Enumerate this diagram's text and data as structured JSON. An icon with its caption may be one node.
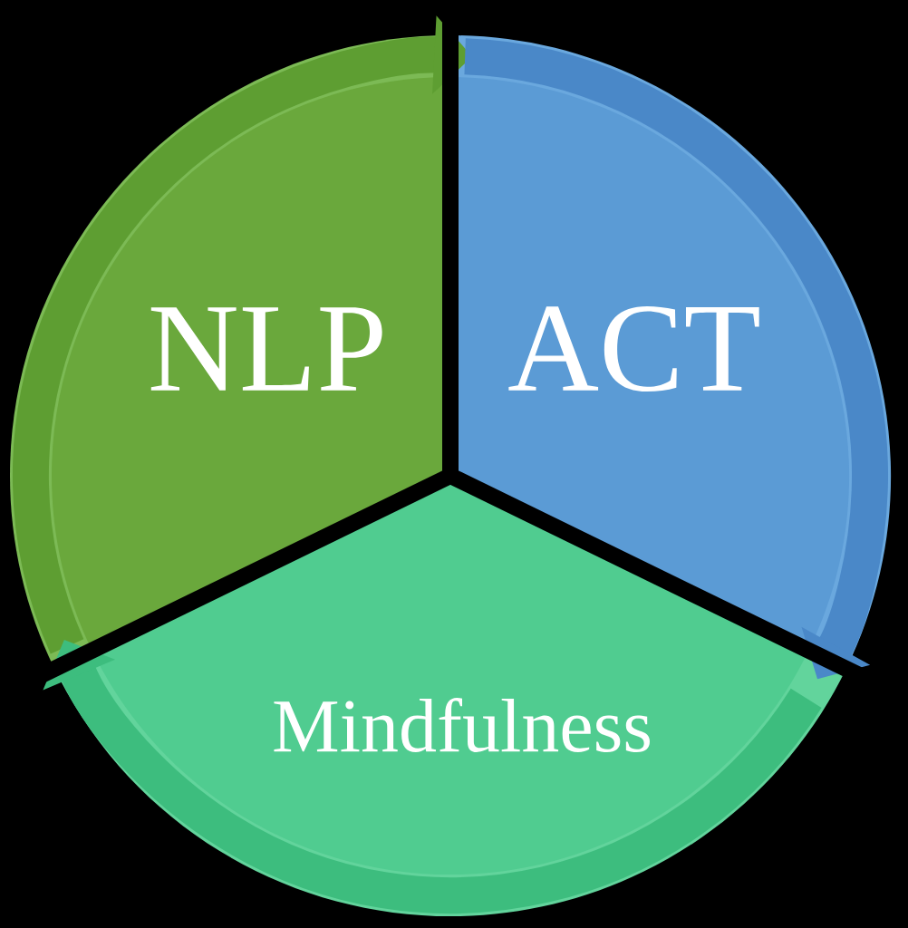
{
  "diagram": {
    "nodes": [
      {
        "text": [
          "NLP"
        ]
      },
      {
        "text": [
          "ACT"
        ]
      },
      {
        "text": [
          "Mindfulness"
        ]
      }
    ],
    "edges": [
      {
        "from": 0,
        "to": 1,
        "arrow": "to",
        "color": "#5e9e32"
      },
      {
        "from": 1,
        "to": 2,
        "arrow": "to",
        "color": "#4a88c8"
      },
      {
        "from": 2,
        "to": 0,
        "arrow": "to",
        "color": "#3dbd7e"
      }
    ]
  }
}
